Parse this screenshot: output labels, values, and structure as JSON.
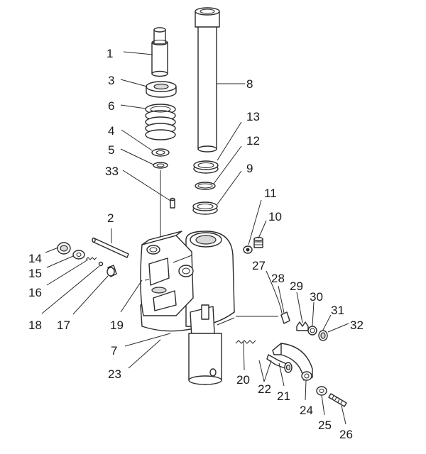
{
  "diagram": {
    "callouts": [
      {
        "id": "c1",
        "text": "1"
      },
      {
        "id": "c3",
        "text": "3"
      },
      {
        "id": "c6",
        "text": "6"
      },
      {
        "id": "c4",
        "text": "4"
      },
      {
        "id": "c5",
        "text": "5"
      },
      {
        "id": "c33",
        "text": "33"
      },
      {
        "id": "c2",
        "text": "2"
      },
      {
        "id": "c14",
        "text": "14"
      },
      {
        "id": "c15",
        "text": "15"
      },
      {
        "id": "c16",
        "text": "16"
      },
      {
        "id": "c18",
        "text": "18"
      },
      {
        "id": "c17",
        "text": "17"
      },
      {
        "id": "c19",
        "text": "19"
      },
      {
        "id": "c7",
        "text": "7"
      },
      {
        "id": "c23",
        "text": "23"
      },
      {
        "id": "c8",
        "text": "8"
      },
      {
        "id": "c13",
        "text": "13"
      },
      {
        "id": "c12",
        "text": "12"
      },
      {
        "id": "c9",
        "text": "9"
      },
      {
        "id": "c11",
        "text": "11"
      },
      {
        "id": "c10",
        "text": "10"
      },
      {
        "id": "c27",
        "text": "27"
      },
      {
        "id": "c28",
        "text": "28"
      },
      {
        "id": "c29",
        "text": "29"
      },
      {
        "id": "c30",
        "text": "30"
      },
      {
        "id": "c31",
        "text": "31"
      },
      {
        "id": "c32",
        "text": "32"
      },
      {
        "id": "c20",
        "text": "20"
      },
      {
        "id": "c22",
        "text": "22"
      },
      {
        "id": "c21",
        "text": "21"
      },
      {
        "id": "c24",
        "text": "24"
      },
      {
        "id": "c25",
        "text": "25"
      },
      {
        "id": "c26",
        "text": "26"
      }
    ]
  }
}
